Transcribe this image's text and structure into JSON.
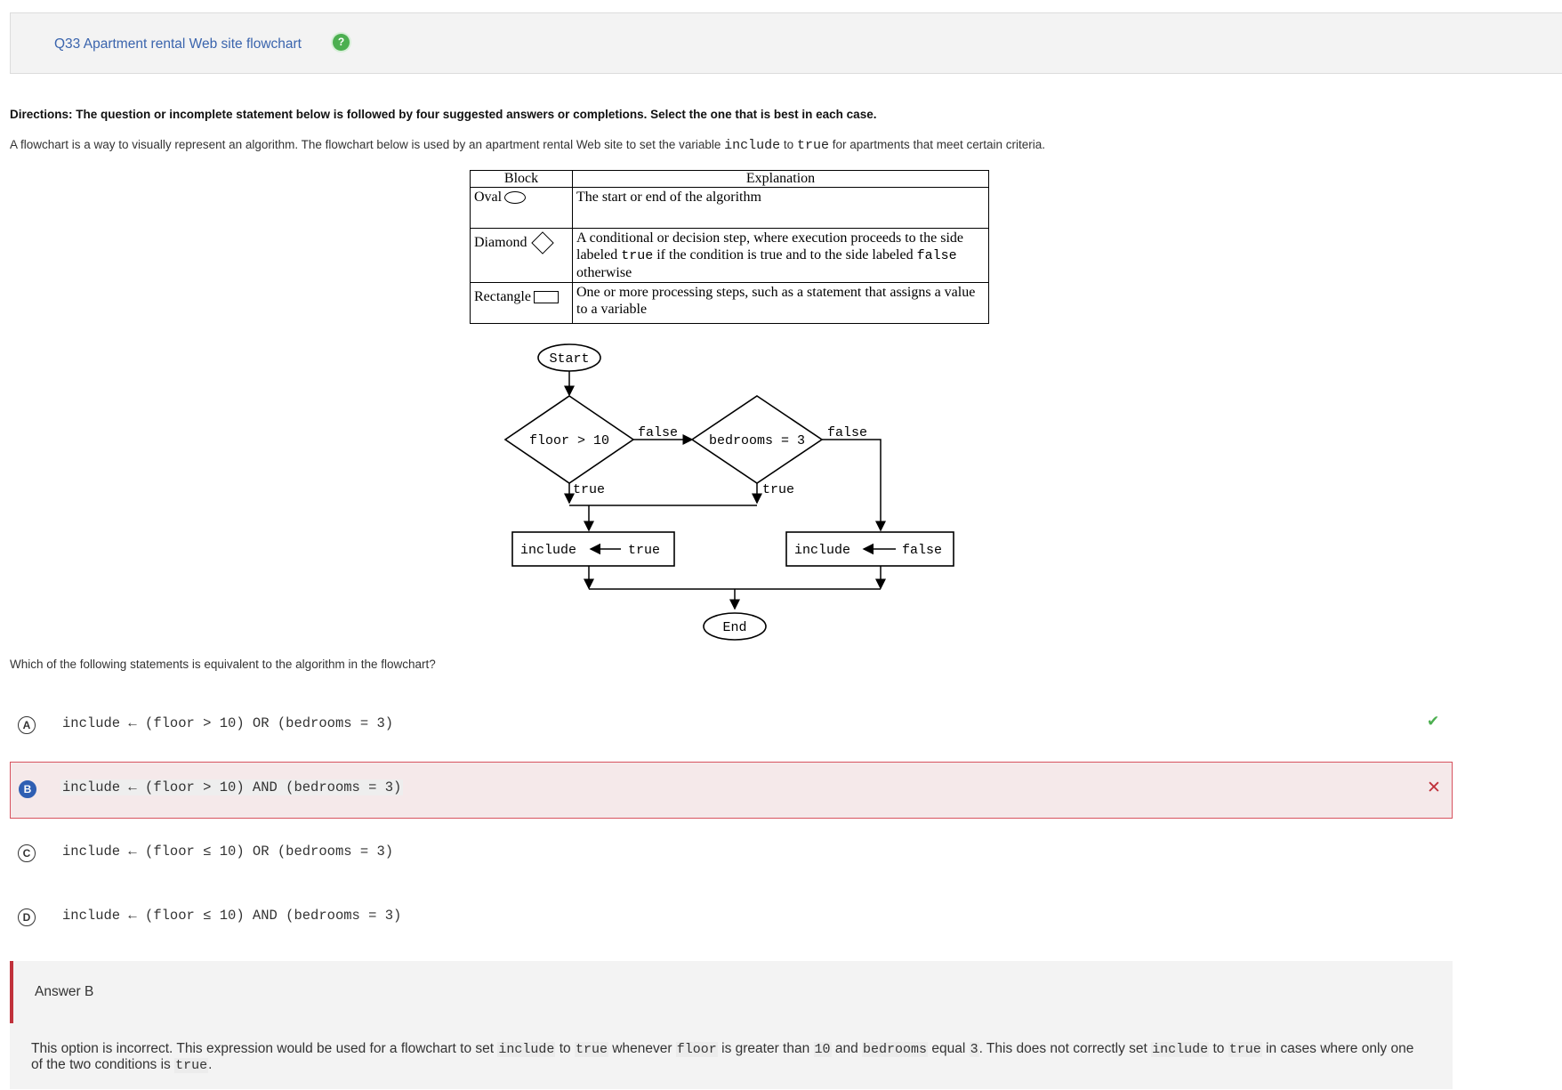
{
  "header": {
    "title": "Q33 Apartment rental Web site flowchart",
    "help_glyph": "?",
    "help_color": "#4caf50"
  },
  "directions": "Directions: The question or incomplete statement below is followed by four suggested answers or completions. Select the one that is best in each case.",
  "intro": {
    "before": "A flowchart is a way to visually represent an algorithm. The flowchart below is used by an apartment rental Web site to set the variable ",
    "var": "include",
    "mid": " to ",
    "val": "true",
    "after": " for apartments that meet certain criteria."
  },
  "legend": {
    "col_block": "Block",
    "col_explanation": "Explanation",
    "rows": [
      {
        "block": "Oval",
        "explanation": "The start or end of the algorithm"
      },
      {
        "block": "Diamond",
        "explanation_a": "A conditional or decision step, where execution proceeds to the side labeled ",
        "code_true": "true",
        "explanation_b": " if the condition is true and to the side labeled ",
        "code_false": "false",
        "explanation_c": " otherwise"
      },
      {
        "block": "Rectangle",
        "explanation": "One or more processing steps, such as a statement that assigns a value to a variable"
      }
    ]
  },
  "flowchart": {
    "start": "Start",
    "cond1": "floor > 10",
    "cond2": "bedrooms = 3",
    "false_label": "false",
    "true_label": "true",
    "assign_true": "include ← true",
    "assign_false": "include ← false",
    "assign_true_var": "include",
    "assign_true_val": "true",
    "assign_false_var": "include",
    "assign_false_val": "false",
    "end": "End"
  },
  "question": "Which of the following statements is equivalent to the algorithm in the flowchart?",
  "options": [
    {
      "letter": "A",
      "text": "include ← (floor > 10) OR (bedrooms = 3)",
      "status": "correct"
    },
    {
      "letter": "B",
      "text": "include ← (floor > 10) AND (bedrooms = 3)",
      "status": "selected-wrong"
    },
    {
      "letter": "C",
      "text": "include ← (floor ≤ 10) OR (bedrooms = 3)",
      "status": ""
    },
    {
      "letter": "D",
      "text": "include ← (floor ≤ 10) AND (bedrooms = 3)",
      "status": ""
    }
  ],
  "marks": {
    "correct": "✔",
    "wrong": "✕",
    "correct_color": "#4caf50",
    "wrong_color": "#c0313b"
  },
  "answer": {
    "label": "Answer B",
    "p1": "This option is incorrect. This expression would be used for a flowchart to set ",
    "c1": "include",
    "p2": " to ",
    "c2": "true",
    "p3": " whenever ",
    "c3": "floor",
    "p4": " is greater than ",
    "c4": "10",
    "p5": " and ",
    "c5": "bedrooms",
    "p6": " equal ",
    "c6": "3",
    "p7": ". This does not correctly set ",
    "c7": "include",
    "p8": " to ",
    "c8": "true",
    "p9": " in cases where only one of the two conditions is ",
    "c9": "true",
    "p10": "."
  }
}
